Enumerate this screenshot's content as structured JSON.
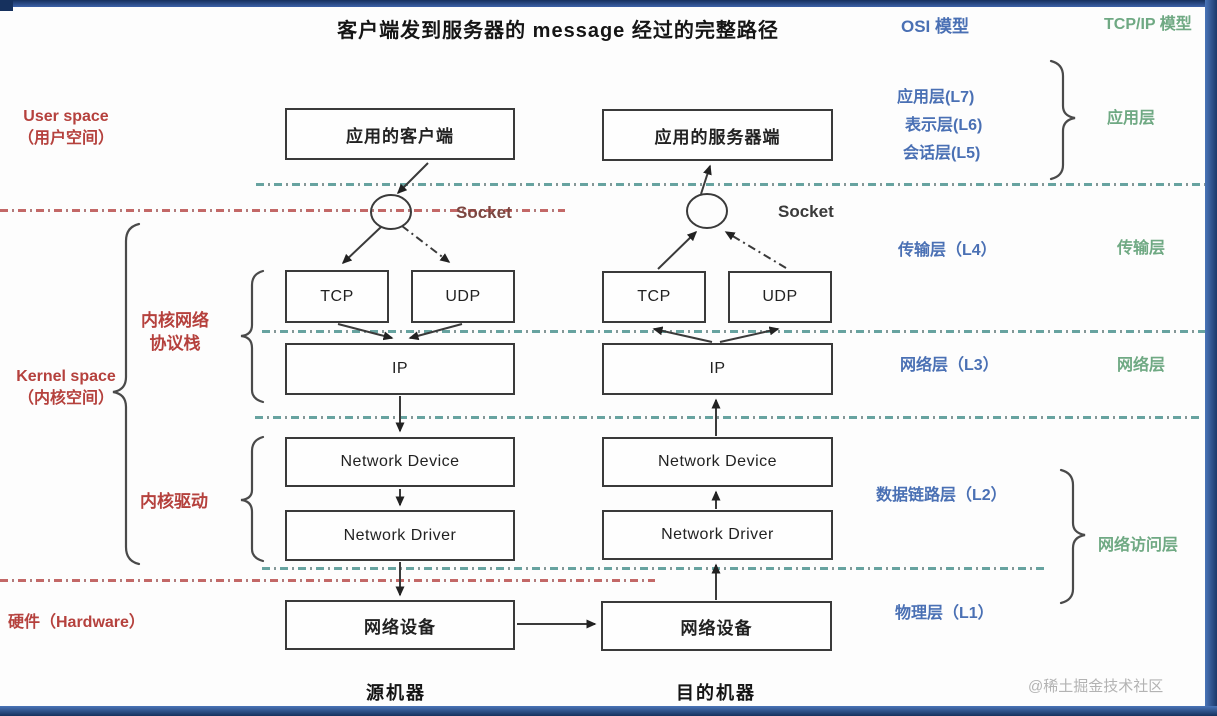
{
  "title": "客户端发到服务器的 message 经过的完整路径",
  "models": {
    "osi_header": "OSI 模型",
    "tcpip_header": "TCP/IP 模型"
  },
  "left_annotations": {
    "user_space_line1": "User space",
    "user_space_line2": "（用户空间）",
    "kernel_space_line1": "Kernel space",
    "kernel_space_line2": "（内核空间）",
    "kernel_net_stack_line1": "内核网络",
    "kernel_net_stack_line2": "协议栈",
    "kernel_driver": "内核驱动",
    "hardware": "硬件（Hardware）"
  },
  "source_machine": {
    "app": "应用的客户端",
    "socket": "Socket",
    "tcp": "TCP",
    "udp": "UDP",
    "ip": "IP",
    "network_device": "Network Device",
    "network_driver": "Network Driver",
    "hardware_device": "网络设备",
    "caption": "源机器"
  },
  "dest_machine": {
    "app": "应用的服务器端",
    "socket": "Socket",
    "tcp": "TCP",
    "udp": "UDP",
    "ip": "IP",
    "network_device": "Network Device",
    "network_driver": "Network Driver",
    "hardware_device": "网络设备",
    "caption": "目的机器"
  },
  "osi_layers": [
    "应用层(L7)",
    "表示层(L6)",
    "会话层(L5)",
    "传输层（L4）",
    "网络层（L3）",
    "数据链路层（L2）",
    "物理层（L1）"
  ],
  "tcpip_layers": [
    "应用层",
    "传输层",
    "网络层",
    "网络访问层"
  ],
  "watermark": "@稀土掘金技术社区",
  "colors": {
    "osi_text": "#4a70b4",
    "tcpip_text": "#6fa983",
    "annotation_red": "#b5413d",
    "divider_teal": "#5f9e9b",
    "divider_red": "#c0605f",
    "frame_blue": "#2c4f8e"
  }
}
